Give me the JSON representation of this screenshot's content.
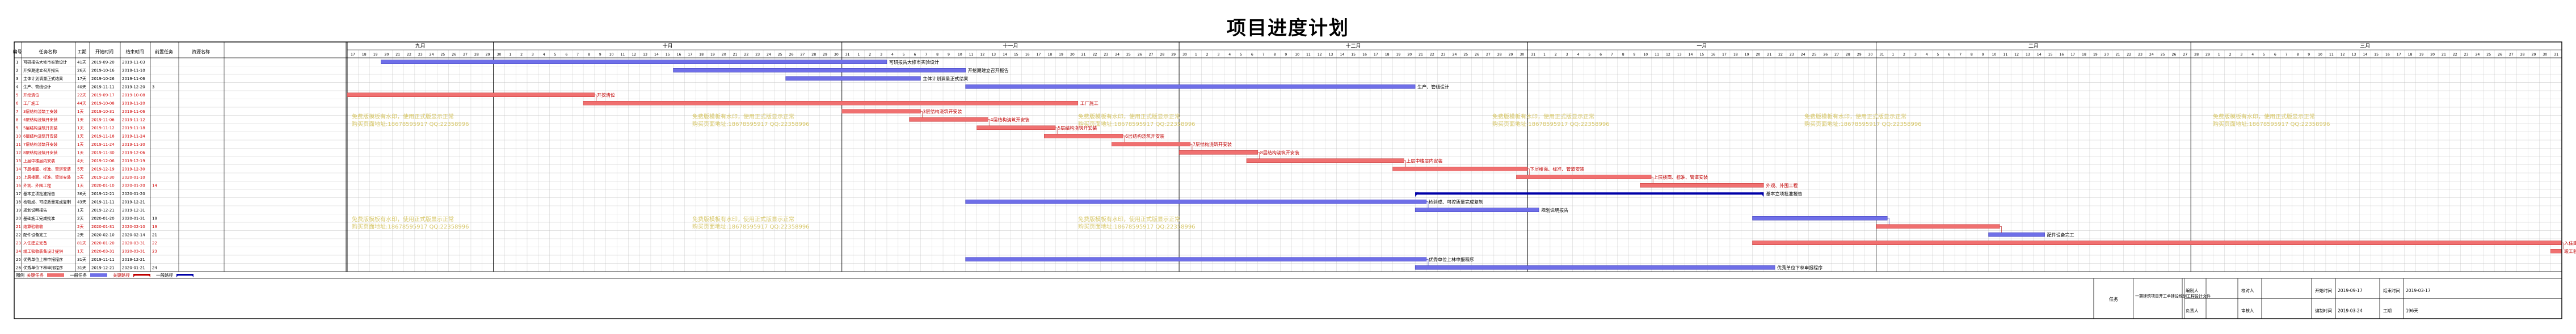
{
  "title": "项目进度计划",
  "columns": [
    "编号",
    "任务名称",
    "工期",
    "开始时间",
    "结束时间",
    "前置任务",
    "资源名称"
  ],
  "colors": {
    "normal": "#6f6fe8",
    "critical": "#f07070",
    "summary": "#0000a8",
    "watermark": "#d7c76a",
    "grid": "#bdbdbd"
  },
  "months": [
    {
      "label": "九月",
      "days": 13
    },
    {
      "label": "十月",
      "days": 31
    },
    {
      "label": "十一月",
      "days": 30
    },
    {
      "label": "十二月",
      "days": 31
    },
    {
      "label": "一月",
      "days": 31
    },
    {
      "label": "二月",
      "days": 28
    },
    {
      "label": "三月",
      "days": 31
    }
  ],
  "chart_data": {
    "type": "gantt",
    "title": "项目进度计划",
    "timeline_start": "2019-09-17",
    "timeline_end": "2020-03-31",
    "tasks": [
      {
        "id": "1",
        "name": "可研报告大修市实验设计",
        "duration": "41天",
        "start": "2019-09-20",
        "end": "2019-11-03",
        "pred": "",
        "res": "",
        "type": "normal",
        "label": "可研报告大修市实验设计",
        "critical": false
      },
      {
        "id": "2",
        "name": "开挖期建立召开报告",
        "duration": "26天",
        "start": "2019-10-16",
        "end": "2019-11-10",
        "pred": "",
        "res": "",
        "type": "normal",
        "label": "开挖期建立召开报告",
        "critical": false
      },
      {
        "id": "3",
        "name": "主体计划调量正式结果",
        "duration": "17天",
        "start": "2019-10-26",
        "end": "2019-11-06",
        "pred": "",
        "res": "",
        "type": "normal",
        "label": "主体计划调量正式结果",
        "critical": false
      },
      {
        "id": "4",
        "name": "生产、管线设计",
        "duration": "40天",
        "start": "2019-11-11",
        "start_2": "",
        "end": "2019-12-20",
        "pred": "3",
        "res": "",
        "type": "normal",
        "label": "生产、管线设计",
        "critical": false
      },
      {
        "id": "5",
        "name": "开挖清位",
        "duration": "22天",
        "start": "2019-09-17",
        "end": "2019-10-08",
        "pred": "",
        "res": "",
        "type": "critical",
        "label": "开挖清位",
        "critical": true
      },
      {
        "id": "6",
        "name": "工厂施工",
        "duration": "44天",
        "start": "2019-10-08",
        "end": "2019-11-20",
        "pred": "",
        "res": "",
        "type": "critical",
        "label": "工厂施工",
        "critical": true
      },
      {
        "id": "7",
        "name": "3层结构浇筑工安装",
        "duration": "1天",
        "start": "2019-10-31",
        "end": "2019-11-06",
        "pred": "",
        "res": "",
        "type": "critical",
        "label": "3层结构浇筑开安装",
        "critical": true
      },
      {
        "id": "8",
        "name": "4层结构浇筑开安装",
        "duration": "1天",
        "start": "2019-11-06",
        "end": "2019-11-12",
        "pred": "",
        "res": "",
        "type": "critical",
        "label": "4层结构浇筑开安装",
        "critical": true
      },
      {
        "id": "9",
        "name": "5层结构浇筑开安装",
        "duration": "1天",
        "start": "2019-11-12",
        "end": "2019-11-18",
        "pred": "",
        "res": "",
        "type": "critical",
        "label": "5层结构浇筑开安装",
        "critical": true
      },
      {
        "id": "10",
        "name": "6层结构浇筑开安装",
        "duration": "1天",
        "start": "2019-11-18",
        "end": "2019-11-24",
        "pred": "",
        "res": "",
        "type": "critical",
        "label": "6层结构浇筑开安装",
        "critical": true
      },
      {
        "id": "11",
        "name": "7层结构浇筑开安装",
        "duration": "1天",
        "start": "2019-11-24",
        "end": "2019-11-30",
        "pred": "",
        "res": "",
        "type": "critical",
        "label": "7层结构浇筑开安装",
        "critical": true
      },
      {
        "id": "12",
        "name": "8层结构浇筑开安装",
        "duration": "1天",
        "start": "2019-11-30",
        "end": "2019-12-06",
        "pred": "",
        "res": "",
        "type": "critical",
        "label": "8层结构浇筑开安装",
        "critical": true
      },
      {
        "id": "13",
        "name": "上层中楼层内安装",
        "duration": "4天",
        "start": "2019-12-06",
        "end": "2019-12-19",
        "pred": "",
        "res": "",
        "type": "critical",
        "label": "上层中楼层内安装",
        "critical": true
      },
      {
        "id": "14",
        "name": "下层楼面、标准、管道安装",
        "duration": "5天",
        "start": "2019-12-19",
        "end": "2019-12-30",
        "pred": "",
        "res": "",
        "type": "critical",
        "label": "下层楼面、标准、管道安装",
        "critical": true
      },
      {
        "id": "15",
        "name": "上层楼面、标准、管道安装",
        "duration": "5天",
        "start": "2019-12-30",
        "end": "2020-01-10",
        "pred": "",
        "res": "",
        "type": "critical",
        "label": "上层楼面、标准、管道安装",
        "critical": true
      },
      {
        "id": "16",
        "name": "外观、外围工程",
        "duration": "1天",
        "start": "2020-01-10",
        "end": "2020-01-20",
        "pred": "14",
        "res": "",
        "type": "critical",
        "label": "外观、外围工程",
        "critical": true
      },
      {
        "id": "17",
        "name": "基本立项批准报告",
        "duration": "36天",
        "start": "2019-12-21",
        "end": "2020-01-20",
        "pred": "",
        "res": "",
        "type": "summary",
        "label": "基本立项批准报告",
        "critical": false
      },
      {
        "id": "18",
        "name": "检验成、可控质量完成复制",
        "duration": "43天",
        "start": "2019-11-11",
        "end": "2019-12-21",
        "pred": "",
        "res": "",
        "type": "normal",
        "label": "检验成、可控质量完成复制",
        "critical": false
      },
      {
        "id": "19",
        "name": "规划说明报告",
        "duration": "1天",
        "start": "2019-12-21",
        "end": "2019-12-31",
        "pred": "",
        "res": "",
        "type": "normal",
        "label": "规划说明报告",
        "critical": false
      },
      {
        "id": "20",
        "name": "基础施工完成批准",
        "duration": "2天",
        "start": "2020-01-20",
        "end": "2020-01-31",
        "pred": "19",
        "res": "",
        "type": "normal",
        "label": "",
        "critical": false
      },
      {
        "id": "21",
        "name": "结算验收收",
        "duration": "2天",
        "start": "2020-01-31",
        "end": "2020-02-10",
        "pred": "19",
        "res": "",
        "type": "critical",
        "label": "",
        "critical": true
      },
      {
        "id": "22",
        "name": "配件设备完工",
        "duration": "2天",
        "start": "2020-02-10",
        "end": "2020-02-14",
        "pred": "21",
        "res": "",
        "type": "normal",
        "label": "配件设备完工",
        "critical": false
      },
      {
        "id": "23",
        "name": "入住建立完备",
        "duration": "81天",
        "start": "2020-01-20",
        "end": "2020-03-31",
        "pred": "22",
        "res": "",
        "type": "critical",
        "label": "入住建立完备",
        "critical": true
      },
      {
        "id": "24",
        "name": "竣工验收装备设计提供",
        "duration": "1天",
        "start": "2020-03-31",
        "end": "2020-03-31",
        "pred": "23",
        "res": "",
        "type": "critical",
        "label": "竣工验收提供成功",
        "critical": true
      },
      {
        "id": "25",
        "name": "优秀单位上林申报程序",
        "duration": "31天",
        "start": "2019-11-11",
        "end": "2019-12-21",
        "pred": "",
        "res": "",
        "type": "normal",
        "label": "优秀单位上林申报程序",
        "critical": false
      },
      {
        "id": "26",
        "name": "优秀单位下林申报程序",
        "duration": "31天",
        "start": "2019-12-21",
        "end": "2020-01-21",
        "pred": "24",
        "res": "",
        "type": "normal",
        "label": "优秀单位下林申报程序",
        "critical": false
      }
    ]
  },
  "watermarks": [
    {
      "line1": "免费版模板有水印，使用正式版显示正常",
      "line2": "购买页面地址:18678595917 QQ:22358996"
    }
  ],
  "legend": {
    "prefix": "图例",
    "items": [
      {
        "label": "关键任务",
        "kind": "critical"
      },
      {
        "label": "一般任务",
        "kind": "normal"
      },
      {
        "label": "关键路径",
        "kind": "crit-summary"
      },
      {
        "label": "一般路径",
        "kind": "summary"
      }
    ]
  },
  "footer": {
    "block_label": "任务",
    "project": "一期建筑项目开工单建设规划工程设计文件",
    "fields": [
      {
        "label": "编制人",
        "value": ""
      },
      {
        "label": "校对人",
        "value": ""
      },
      {
        "label": "开始时间",
        "value": "2019-09-17"
      },
      {
        "label": "结束时间",
        "value": "2019-03-17"
      },
      {
        "label": "负责人",
        "value": ""
      },
      {
        "label": "审核人",
        "value": ""
      },
      {
        "label": "编制时间",
        "value": "2019-03-24"
      },
      {
        "label": "工期",
        "value": "196天"
      }
    ]
  }
}
